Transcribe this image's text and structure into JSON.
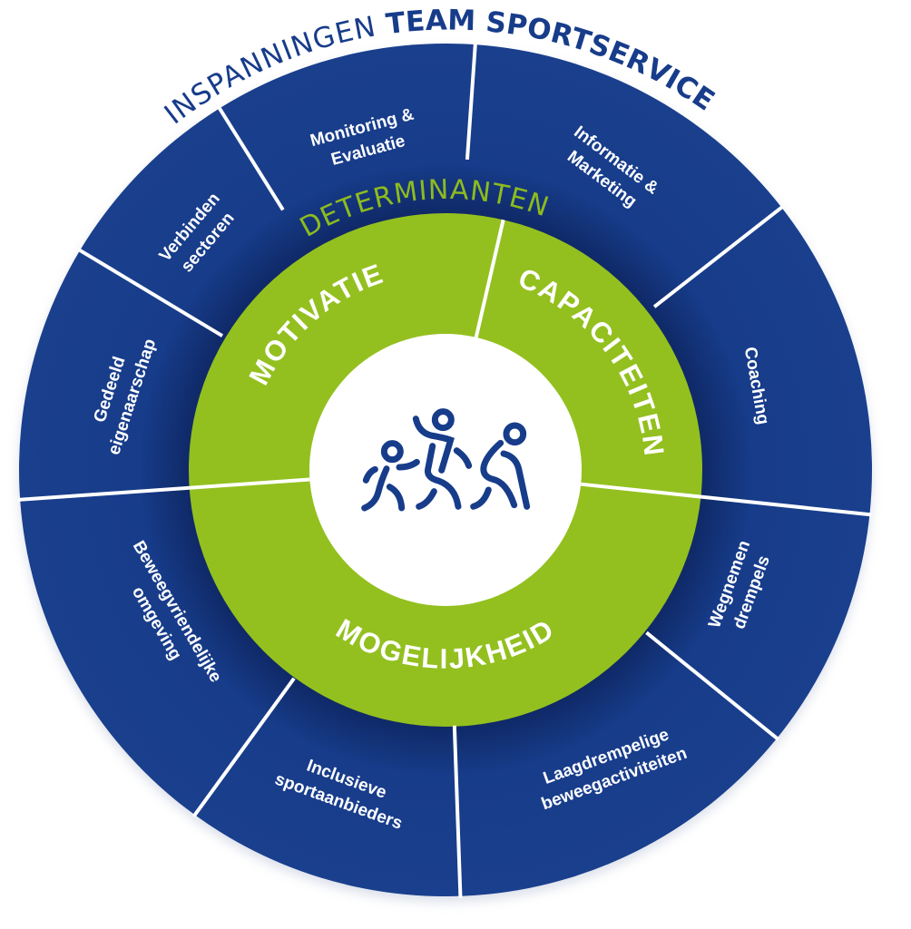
{
  "title": {
    "light": "INSPANNINGEN ",
    "bold": "TEAM SPORTSERVICE"
  },
  "inner_ring_title": "DETERMINANTEN",
  "determinants": [
    {
      "label": "MOTIVATIE"
    },
    {
      "label": "CAPACITEITEN"
    },
    {
      "label": "MOGELIJKHEID"
    }
  ],
  "efforts": [
    {
      "lines": [
        "Monitoring &",
        "Evaluatie"
      ]
    },
    {
      "lines": [
        "Informatie &",
        "Marketing"
      ]
    },
    {
      "lines": [
        "Coaching"
      ]
    },
    {
      "lines": [
        "Wegnemen",
        "drempels"
      ]
    },
    {
      "lines": [
        "Laagdrempelige",
        "beweegactiviteiten"
      ]
    },
    {
      "lines": [
        "Inclusieve",
        "sportaanbieders"
      ]
    },
    {
      "lines": [
        "Beweegvriendelijke",
        "omgeving"
      ]
    },
    {
      "lines": [
        "Gedeeld",
        "eigenaarschap"
      ]
    },
    {
      "lines": [
        "Verbinden",
        "sectoren"
      ]
    }
  ],
  "center_icon": "people-moving-icon",
  "colors": {
    "navy": "#173c8a",
    "green": "#93c01f",
    "white": "#ffffff"
  }
}
